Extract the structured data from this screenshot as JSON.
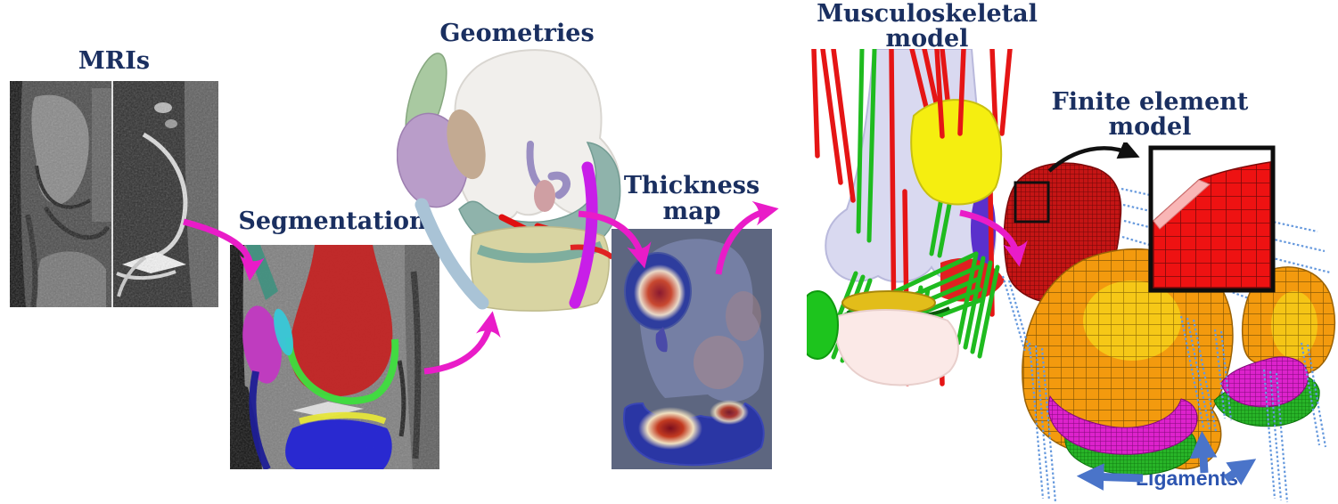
{
  "panels": {
    "mris": {
      "title": "MRIs"
    },
    "segmentation": {
      "title": "Segmentation"
    },
    "geometries": {
      "title": "Geometries"
    },
    "thickness_map": {
      "title_line1": "Thickness",
      "title_line2": "map"
    },
    "musculoskeletal_model": {
      "title_line1": "Musculoskeletal",
      "title_line2": "model"
    },
    "finite_element_model": {
      "title_line1": "Finite element",
      "title_line2": "model"
    },
    "ligaments": {
      "label": "Ligaments"
    }
  },
  "colors": {
    "title_navy": "#1a2f60",
    "flow_arrow_magenta": "#e91cc8",
    "ligament_label_blue": "#2d55b0",
    "ligament_arrow_blue": "#4a74c9",
    "thickness_panel_background": "#5d6680",
    "fe_mesh_red": "#c51515",
    "fe_mesh_orange": "#f39a0e",
    "fe_mesh_magenta": "#dd22cc",
    "fe_mesh_green": "#28b428"
  }
}
